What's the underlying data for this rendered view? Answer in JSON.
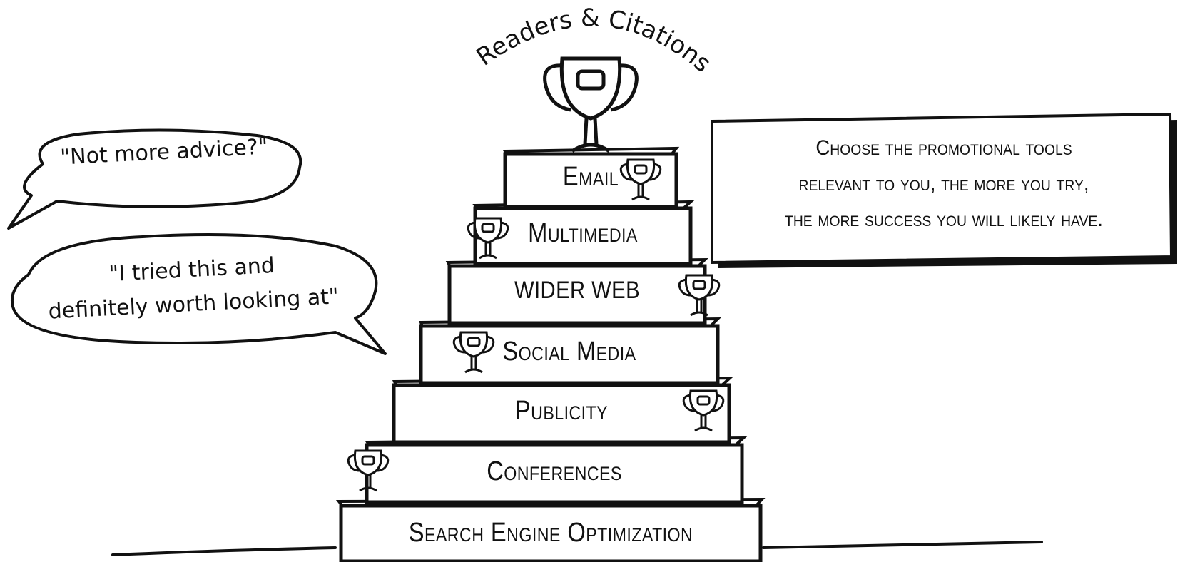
{
  "top_arc_label": "Readers & Citations",
  "bubbles": [
    {
      "text": "\"Not more advice?\""
    },
    {
      "line1": "\"I tried this and",
      "line2": "definitely worth looking at\""
    }
  ],
  "steps": [
    "Email",
    "Multimedia",
    "wider web",
    "Social Media",
    "Publicity",
    "Conferences",
    "Search Engine Optimization"
  ],
  "note": {
    "line1": "Choose the promotional tools",
    "line2": "relevant to you, the more you try,",
    "line3": "the more success you will likely have."
  },
  "icons": [
    "trophy-icon"
  ]
}
